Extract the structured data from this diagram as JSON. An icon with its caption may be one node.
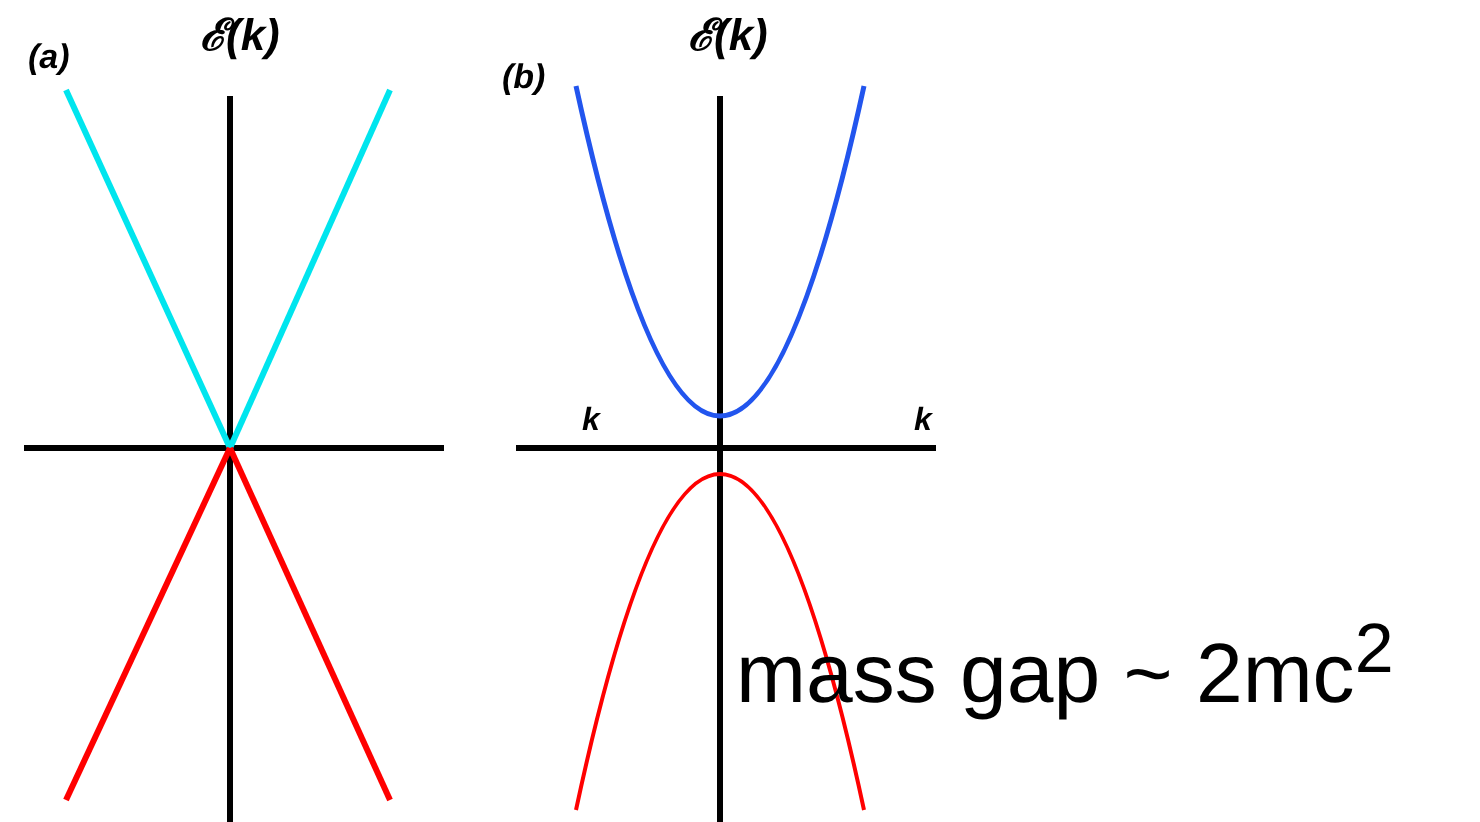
{
  "diagram": {
    "labels": [
      "(a)",
      "ℰ(k)",
      "(b)",
      "ℰ(k)",
      "k",
      "k",
      "mass gap ~ 2mc$^{2}$"
    ]
  }
}
